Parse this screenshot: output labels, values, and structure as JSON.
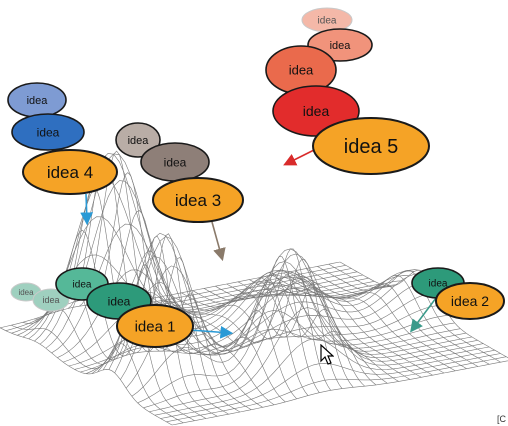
{
  "colors": {
    "mesh": "#7a7a7a",
    "arrow_blue": "#2a9ad6",
    "arrow_brown": "#8a7a6a",
    "arrow_red": "#d92b2b",
    "arrow_teal": "#3a9a8a",
    "orange": "#f5a326",
    "blue_dark": "#2f6fc0",
    "blue_light": "#7e9bd3",
    "gray_light": "#b9ada6",
    "gray_mid": "#8e7f78",
    "red_main": "#e22c2c",
    "red_mid": "#ea6a4c",
    "red_light": "#f1937b",
    "red_faint": "#f4b8a8",
    "teal_dark": "#2d9a7a",
    "teal_mid": "#55b898",
    "teal_faint": "#9fd0bf"
  },
  "ideas": [
    {
      "label": "idea",
      "color": "blue_light",
      "sub": true
    },
    {
      "label": "idea",
      "color": "blue_dark",
      "sub": true
    },
    {
      "label": "idea 4",
      "color": "orange",
      "sub": false
    },
    {
      "label": "idea",
      "color": "gray_light",
      "sub": true
    },
    {
      "label": "idea",
      "color": "gray_mid",
      "sub": true
    },
    {
      "label": "idea 3",
      "color": "orange",
      "sub": false
    },
    {
      "label": "idea",
      "color": "red_faint",
      "sub": true
    },
    {
      "label": "idea",
      "color": "red_light",
      "sub": true
    },
    {
      "label": "idea",
      "color": "red_mid",
      "sub": true
    },
    {
      "label": "idea",
      "color": "red_main",
      "sub": true
    },
    {
      "label": "idea 5",
      "color": "orange",
      "sub": false
    },
    {
      "label": "idea",
      "color": "teal_faint",
      "sub": true
    },
    {
      "label": "idea",
      "color": "teal_faint",
      "sub": true
    },
    {
      "label": "idea",
      "color": "teal_mid",
      "sub": true
    },
    {
      "label": "idea",
      "color": "teal_dark",
      "sub": true
    },
    {
      "label": "idea 1",
      "color": "orange",
      "sub": false
    },
    {
      "label": "idea",
      "color": "teal_dark",
      "sub": true
    },
    {
      "label": "idea 2",
      "color": "orange",
      "sub": false
    }
  ],
  "corner_text": "[C"
}
